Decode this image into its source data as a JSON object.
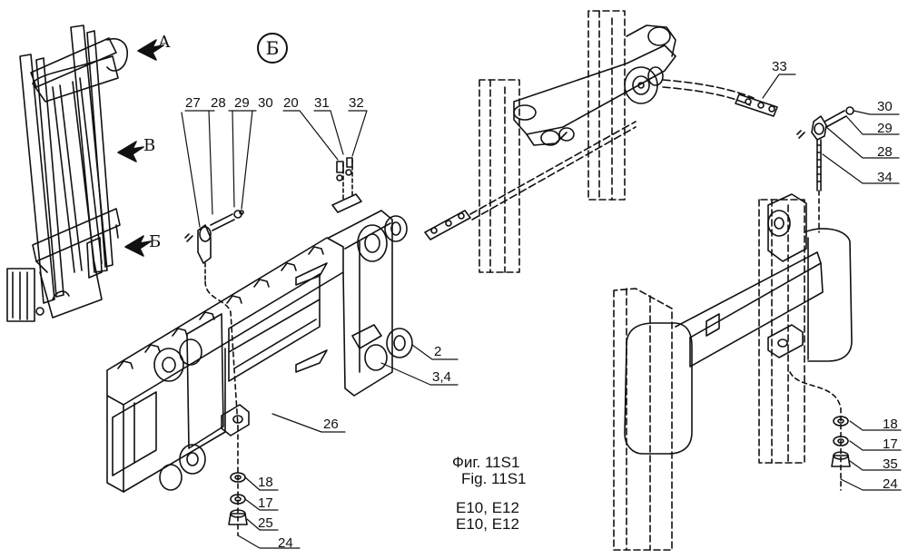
{
  "view_marker": "Б",
  "view_arrows": {
    "a": "А",
    "v": "В",
    "b": "Б"
  },
  "caption": {
    "fig_ru": "Фиг. 11S1",
    "fig_en": "Fig. 11S1",
    "models_1": "E10, E12",
    "models_2": "E10, E12"
  },
  "part_numbers": {
    "p27": "27",
    "p28": "28",
    "p29": "29",
    "p30": "30",
    "p20": "20",
    "p31": "31",
    "p32": "32",
    "p2": "2",
    "p34a": "3,4",
    "p26": "26",
    "p18": "18",
    "p17": "17",
    "p25": "25",
    "p24": "24",
    "p33": "33",
    "r30": "30",
    "r29": "29",
    "r28": "28",
    "r34": "34",
    "r18": "18",
    "r17": "17",
    "r35": "35",
    "r24": "24"
  }
}
